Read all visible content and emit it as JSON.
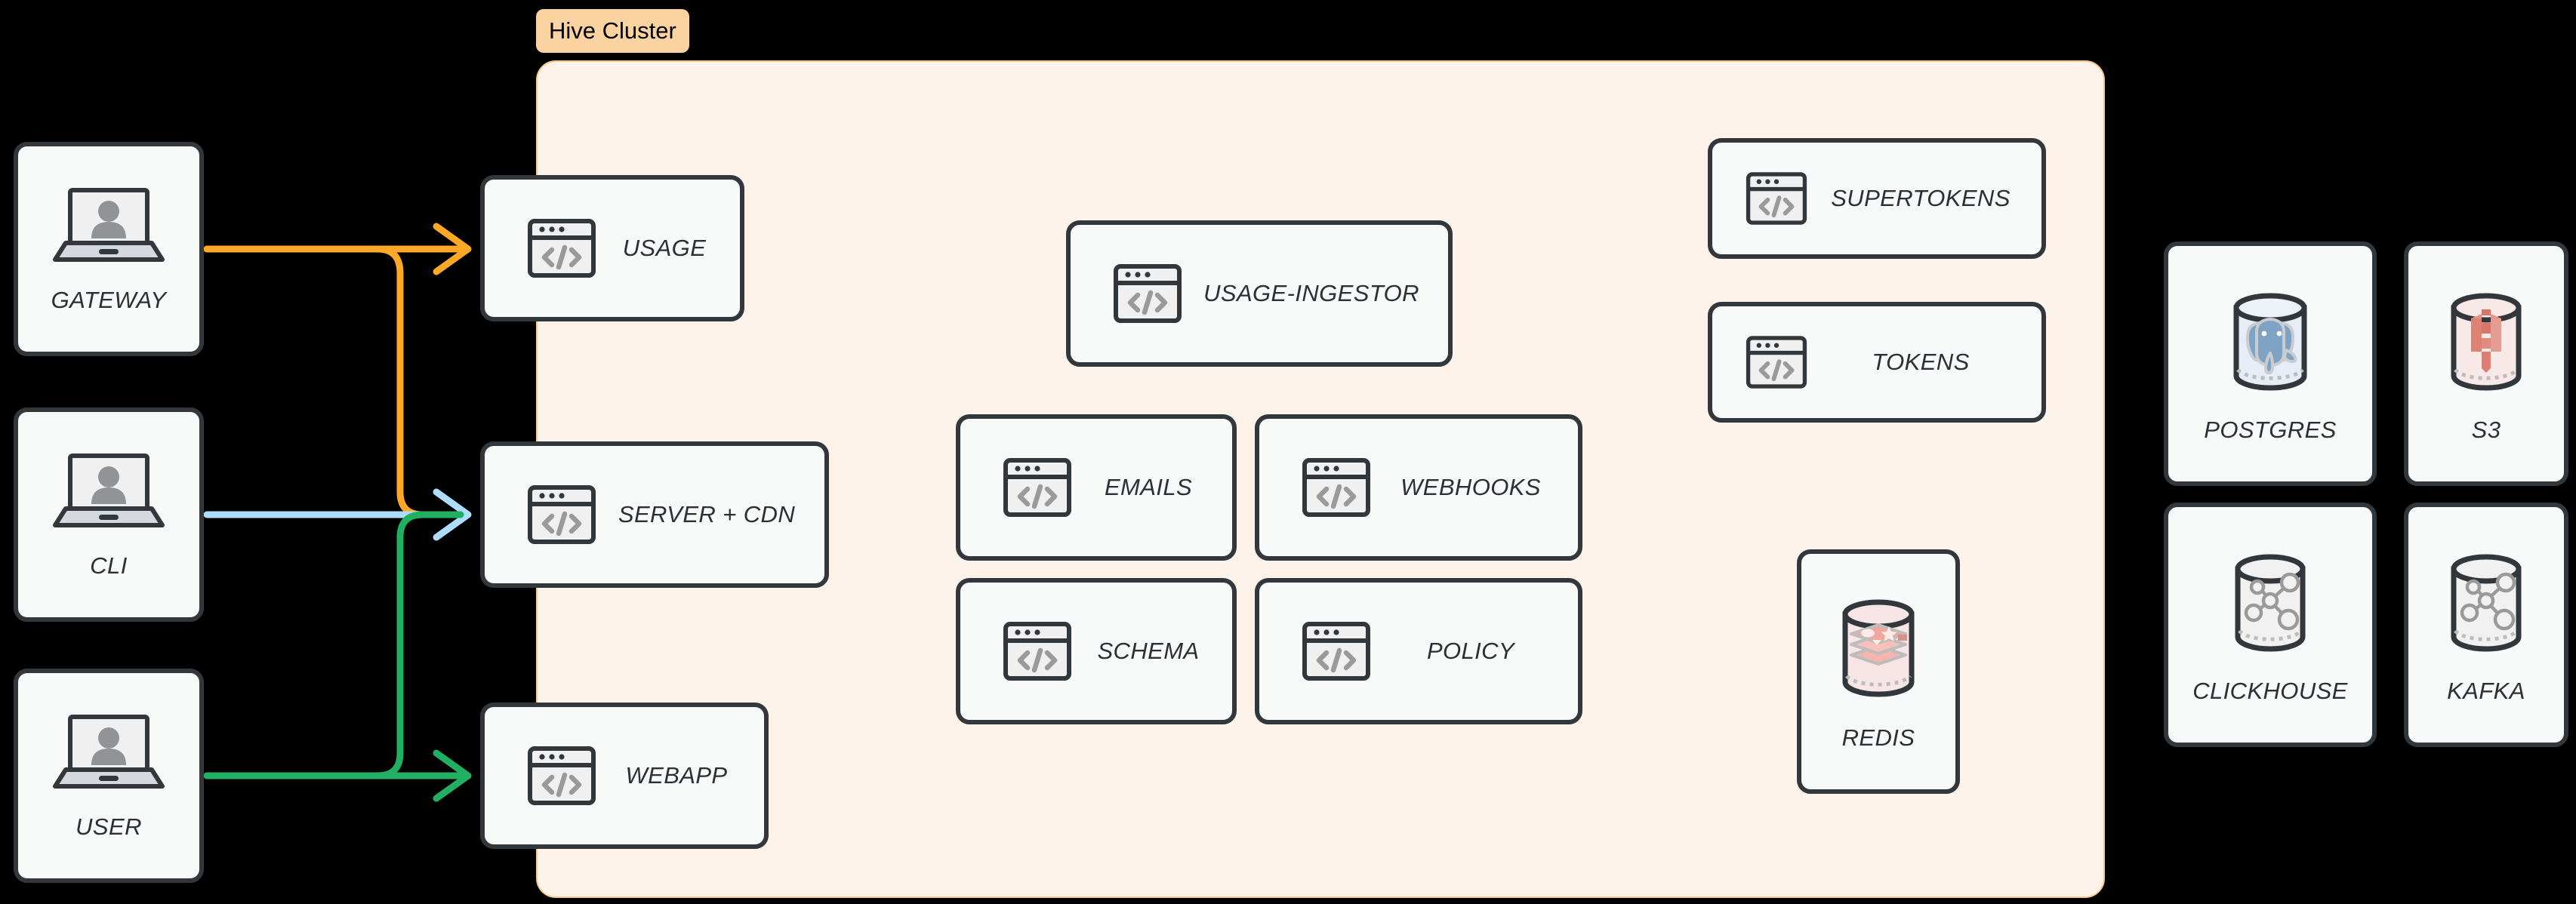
{
  "diagram": {
    "title": "Hive Cluster architecture",
    "background": "#000000",
    "cluster": {
      "badge_label": "Hive Cluster",
      "badge_bg": "#FAD3A0",
      "panel_bg": "#FDF3EB",
      "panel_border": "#F5C98A"
    },
    "colors": {
      "node_bg": "#F8F9F9",
      "node_border": "#32373C",
      "edge_gateway": "#FFA726",
      "edge_cli": "#AEDCFB",
      "edge_user": "#21B061",
      "postgres_tint": "#E6EDF7",
      "postgres_logo": "#7FA3C3",
      "s3_tint": "#F8E6E6",
      "s3_logo": "#E08070",
      "redis_tint": "#F8E6E6",
      "redis_logo": "#F0A9A0",
      "generic_db_tint": "#F0F0F0",
      "generic_db_logo": "#9A9A9A"
    },
    "clients": [
      {
        "id": "gateway",
        "label": "GATEWAY",
        "icon": "laptop-user-icon"
      },
      {
        "id": "cli",
        "label": "CLI",
        "icon": "laptop-user-icon"
      },
      {
        "id": "user",
        "label": "USER",
        "icon": "laptop-user-icon"
      }
    ],
    "edge_services": [
      {
        "id": "usage",
        "label": "USAGE",
        "icon": "code-window-icon"
      },
      {
        "id": "server-cdn",
        "label": "SERVER + CDN",
        "icon": "code-window-icon"
      },
      {
        "id": "webapp",
        "label": "WEBAPP",
        "icon": "code-window-icon"
      }
    ],
    "cluster_services": [
      {
        "id": "usage-ingestor",
        "label": "USAGE-INGESTOR",
        "icon": "code-window-icon"
      },
      {
        "id": "emails",
        "label": "EMAILS",
        "icon": "code-window-icon"
      },
      {
        "id": "webhooks",
        "label": "WEBHOOKS",
        "icon": "code-window-icon"
      },
      {
        "id": "schema",
        "label": "SCHEMA",
        "icon": "code-window-icon"
      },
      {
        "id": "policy",
        "label": "POLICY",
        "icon": "code-window-icon"
      },
      {
        "id": "supertokens",
        "label": "SUPERTOKENS",
        "icon": "code-window-icon"
      },
      {
        "id": "tokens",
        "label": "TOKENS",
        "icon": "code-window-icon"
      }
    ],
    "datastores": [
      {
        "id": "redis",
        "label": "REDIS",
        "icon": "redis-database-icon",
        "inside_cluster": true
      },
      {
        "id": "postgres",
        "label": "POSTGRES",
        "icon": "postgres-database-icon",
        "inside_cluster": false
      },
      {
        "id": "s3",
        "label": "S3",
        "icon": "s3-bucket-database-icon",
        "inside_cluster": false
      },
      {
        "id": "clickhouse",
        "label": "CLICKHOUSE",
        "icon": "clickhouse-database-icon",
        "inside_cluster": false
      },
      {
        "id": "kafka",
        "label": "KAFKA",
        "icon": "kafka-database-icon",
        "inside_cluster": false
      }
    ],
    "edges": [
      {
        "id": "gateway-to-usage",
        "from": "gateway",
        "to": "usage",
        "color": "#FFA726",
        "arrow": true
      },
      {
        "id": "gateway-to-server-cdn",
        "from": "gateway",
        "to": "server-cdn",
        "color": "#FFA726",
        "arrow": false
      },
      {
        "id": "cli-to-server-cdn",
        "from": "cli",
        "to": "server-cdn",
        "color": "#AEDCFB",
        "arrow": true
      },
      {
        "id": "user-to-server-cdn",
        "from": "user",
        "to": "server-cdn",
        "color": "#21B061",
        "arrow": false
      },
      {
        "id": "user-to-webapp",
        "from": "user",
        "to": "webapp",
        "color": "#21B061",
        "arrow": true
      }
    ]
  }
}
